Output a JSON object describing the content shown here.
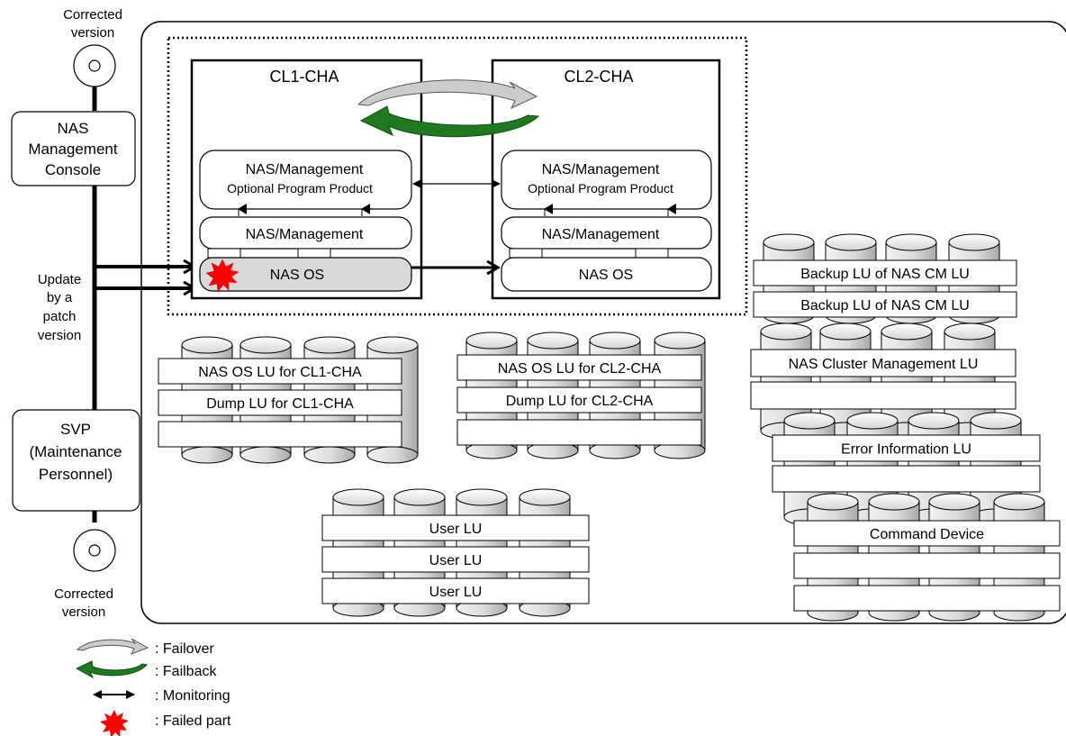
{
  "console_side": {
    "top_disc_label": [
      "Corrected",
      "version"
    ],
    "nas_console": [
      "NAS",
      "Management",
      "Console"
    ],
    "update_label": [
      "Update",
      "by a",
      "patch",
      "version"
    ],
    "svp": [
      "SVP",
      "(Maintenance",
      "Personnel)"
    ],
    "bottom_disc_label": [
      "Corrected",
      "version"
    ]
  },
  "clusters": {
    "cl1": {
      "title": "CL1-CHA",
      "optional_line1": "NAS/Management",
      "optional_line2": "Optional Program Product",
      "management": "NAS/Management",
      "nas_os": "NAS OS"
    },
    "cl2": {
      "title": "CL2-CHA",
      "optional_line1": "NAS/Management",
      "optional_line2": "Optional Program Product",
      "management": "NAS/Management",
      "nas_os": "NAS OS"
    }
  },
  "lu_groups": {
    "cl1_group": [
      "NAS OS LU for CL1-CHA",
      "Dump LU for CL1-CHA",
      ""
    ],
    "cl2_group": [
      "NAS OS LU for CL2-CHA",
      "Dump LU for CL2-CHA",
      ""
    ],
    "user_group": [
      "User LU",
      "User LU",
      "User LU"
    ],
    "backup_group": [
      "Backup LU of NAS CM LU",
      "Backup LU of NAS CM LU"
    ],
    "cluster_mgmt_group": [
      "NAS Cluster Management LU",
      ""
    ],
    "error_group": [
      "Error Information LU",
      ""
    ],
    "command_group": [
      "Command Device",
      "",
      ""
    ]
  },
  "legend": {
    "failover": ": Failover",
    "failback": ": Failback",
    "monitoring": ": Monitoring",
    "failed_part": ": Failed part"
  },
  "colors": {
    "failover_arrow": "#cccccc",
    "failback_arrow": "#1f7a1f",
    "failed_mark": "#ff0000",
    "failed_os_fill": "#d9d9d9"
  }
}
